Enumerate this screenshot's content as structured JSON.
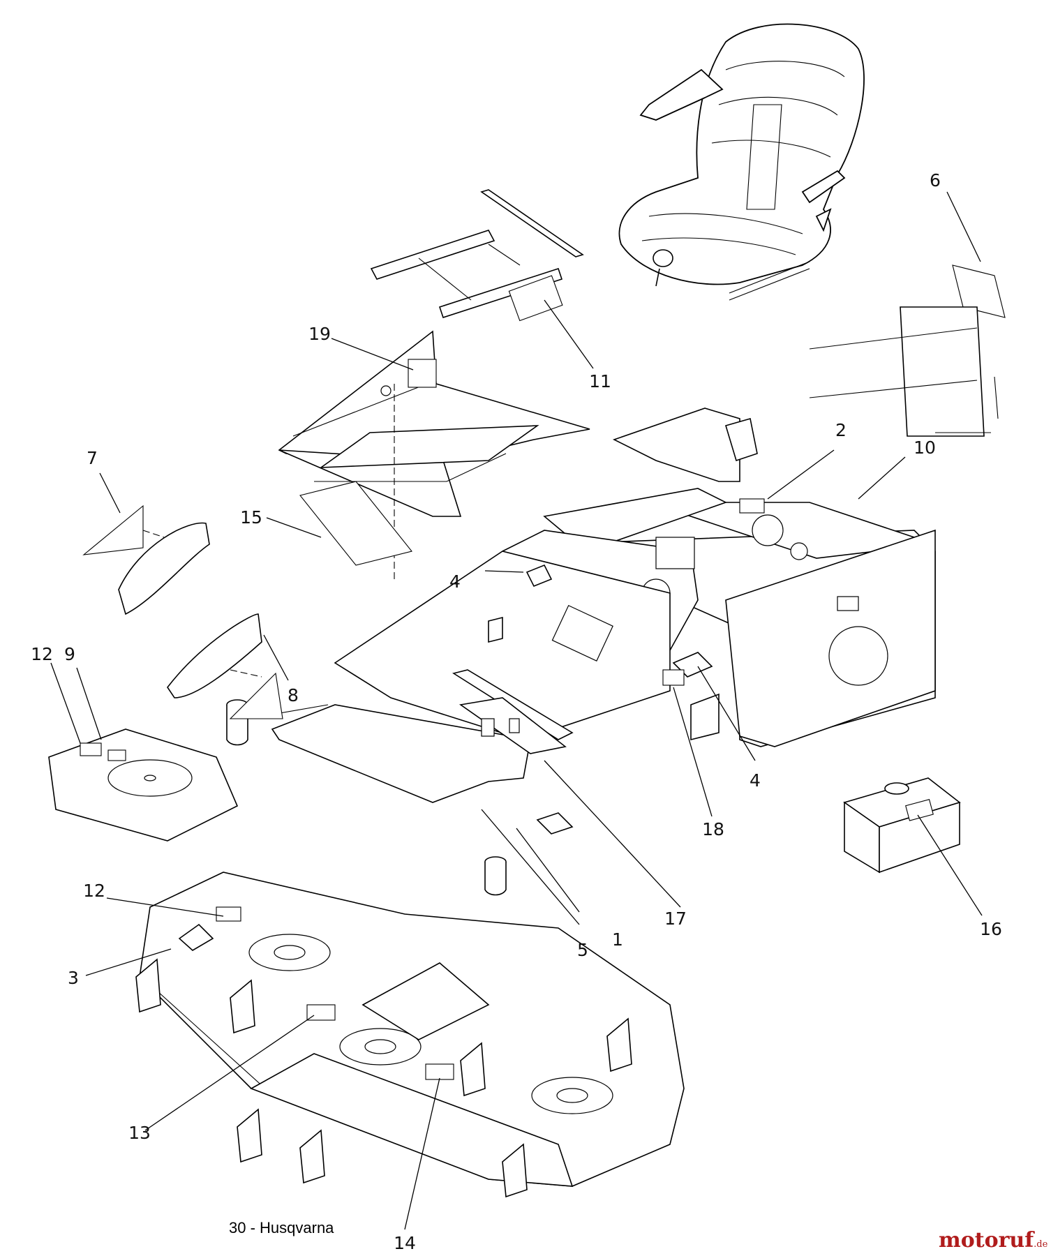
{
  "diagram": {
    "callouts": [
      "1",
      "2",
      "3",
      "4",
      "4",
      "5",
      "6",
      "7",
      "8",
      "9",
      "10",
      "11",
      "12",
      "12",
      "13",
      "14",
      "15",
      "16",
      "17",
      "18",
      "19"
    ]
  },
  "caption": "30 - Husqvarna",
  "watermark": {
    "brand": "motoruf",
    "tld": ".de"
  }
}
